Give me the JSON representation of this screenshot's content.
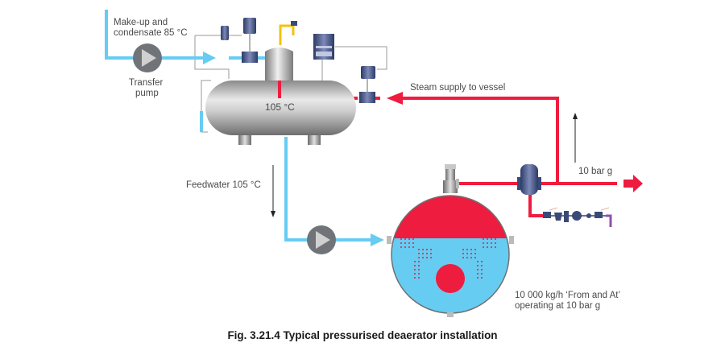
{
  "figure": {
    "caption": "Fig. 3.21.4 Typical pressurised deaerator installation"
  },
  "labels": {
    "makeup_line1": "Make-up and",
    "makeup_line2": "condensate 85 °C",
    "transfer_pump_line1": "Transfer",
    "transfer_pump_line2": "pump",
    "vessel_temperature": "105 °C",
    "steam_supply": "Steam supply to vessel",
    "feedwater": "Feedwater 105 °C",
    "steam_pressure": "10 bar g",
    "boiler_rating_line1": "10 000 kg/h ‘From and At’",
    "boiler_rating_line2": "operating at 10 bar g"
  },
  "colors": {
    "water": "#66ccf2",
    "steam": "#ee1c3e",
    "vessel_grey": "#a8a8a8",
    "pump_grey": "#707478",
    "signal_line": "#9a9a9a",
    "vent_yellow": "#f5c012",
    "drain_purple": "#9050a8",
    "instrument_blue": "#3a4a78"
  }
}
